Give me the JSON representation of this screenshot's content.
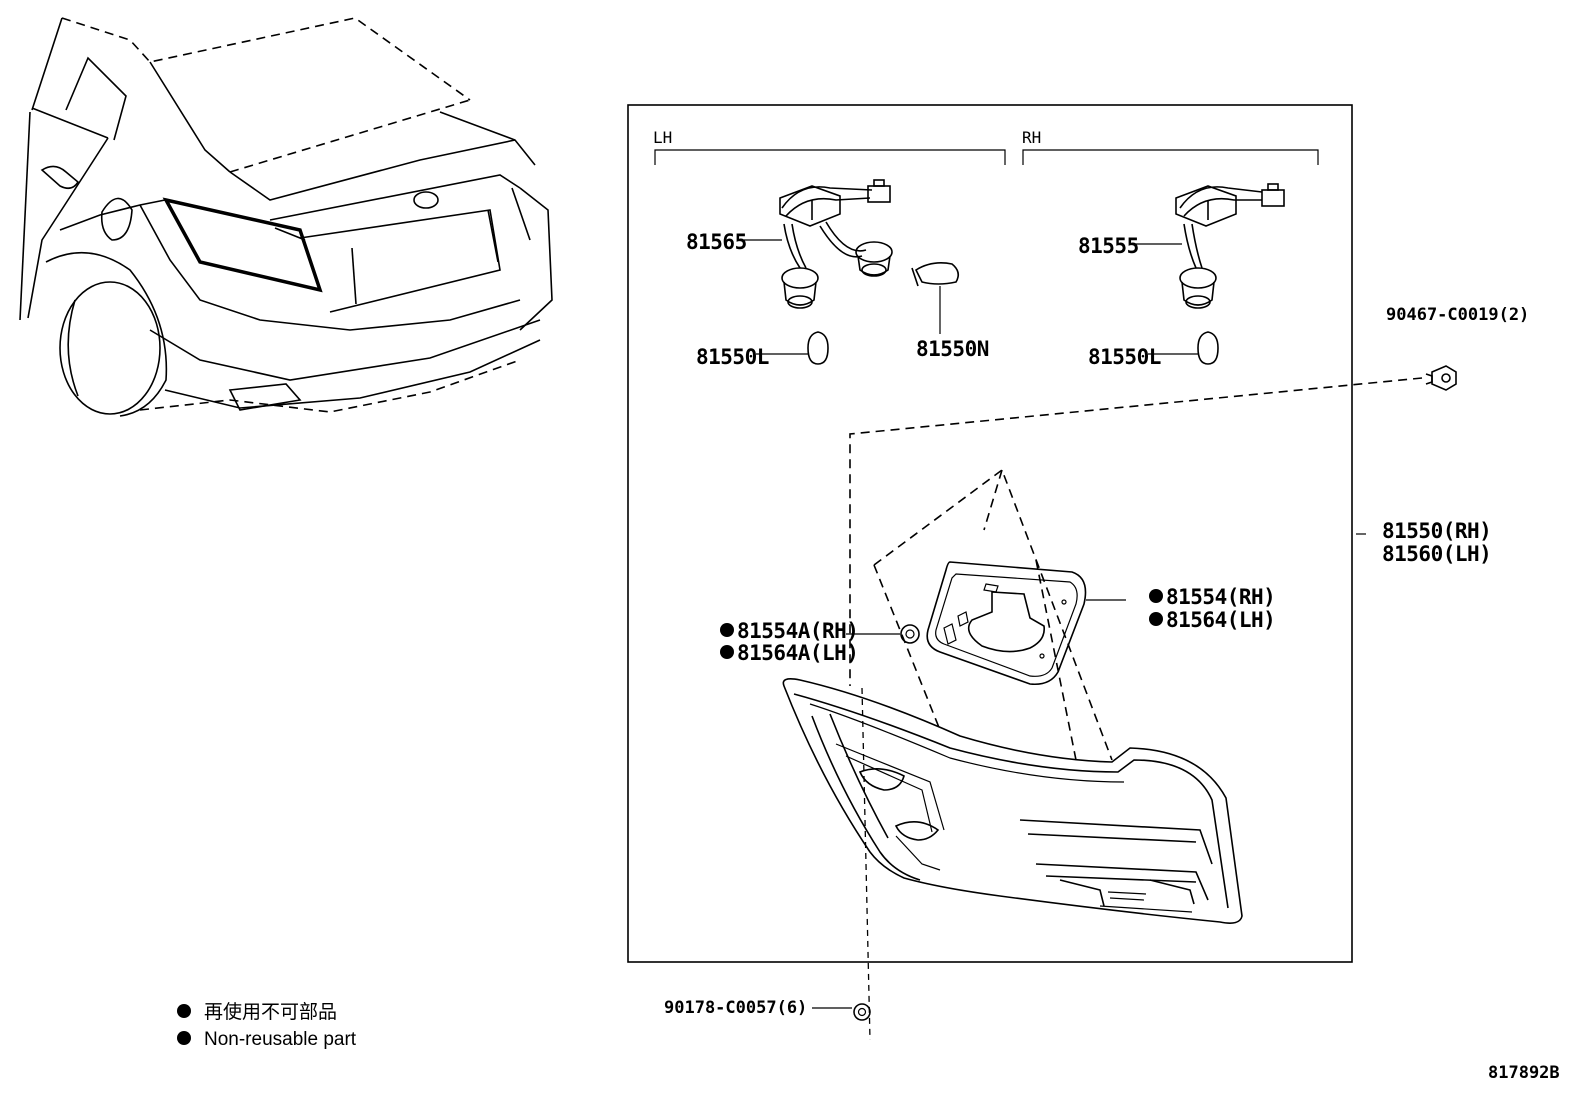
{
  "groups": {
    "lh": "LH",
    "rh": "RH"
  },
  "parts": {
    "harness_lh": "81565",
    "harness_rh": "81555",
    "bulb_l_lh": "81550L",
    "bulb_l_rh": "81550L",
    "bulb_n": "81550N",
    "clip": "90467-C0019(2)",
    "lamp_rh": "81550(RH)",
    "lamp_lh": "81560(LH)",
    "gasket_rh": "81554(RH)",
    "gasket_lh": "81564(LH)",
    "cushion_rh": "81554A(RH)",
    "cushion_lh": "81564A(LH)",
    "nut": "90178-C0057(6)"
  },
  "legend": {
    "japanese": "再使用不可部品",
    "english": "Non-reusable part"
  },
  "diagram_id": "817892B"
}
